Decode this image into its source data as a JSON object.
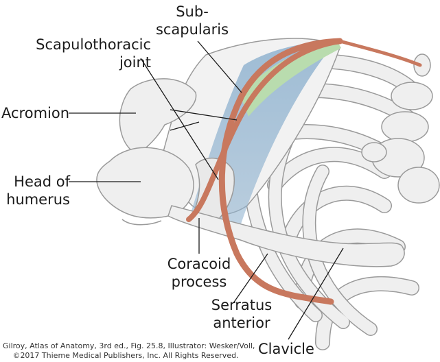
{
  "labels": {
    "subscapularis": {
      "line1": "Sub-",
      "line2": "scapularis"
    },
    "scapulothoracic": {
      "line1": "Scapulothoracic",
      "line2": "joint"
    },
    "acromion": "Acromion",
    "head_of_humerus": {
      "line1": "Head of",
      "line2": "humerus"
    },
    "coracoid": {
      "line1": "Coracoid",
      "line2": "process"
    },
    "serratus": {
      "line1": "Serratus",
      "line2": "anterior"
    },
    "clavicle": "Clavicle"
  },
  "credit": {
    "line1": "Gilroy, Atlas of Anatomy, 3rd ed., Fig. 25.8, Illustrator: Wesker/Voll,",
    "line2": "©2017 Thieme Medical Publishers, Inc. All Rights Reserved."
  },
  "colors": {
    "bone_fill": "#efefef",
    "bone_stroke": "#9a9a9a",
    "muscle_red": "#c8785e",
    "joint_blue": "#8fb2cf",
    "subscapularis_green": "#b9dcae",
    "leader_line": "#1a1a1a"
  }
}
